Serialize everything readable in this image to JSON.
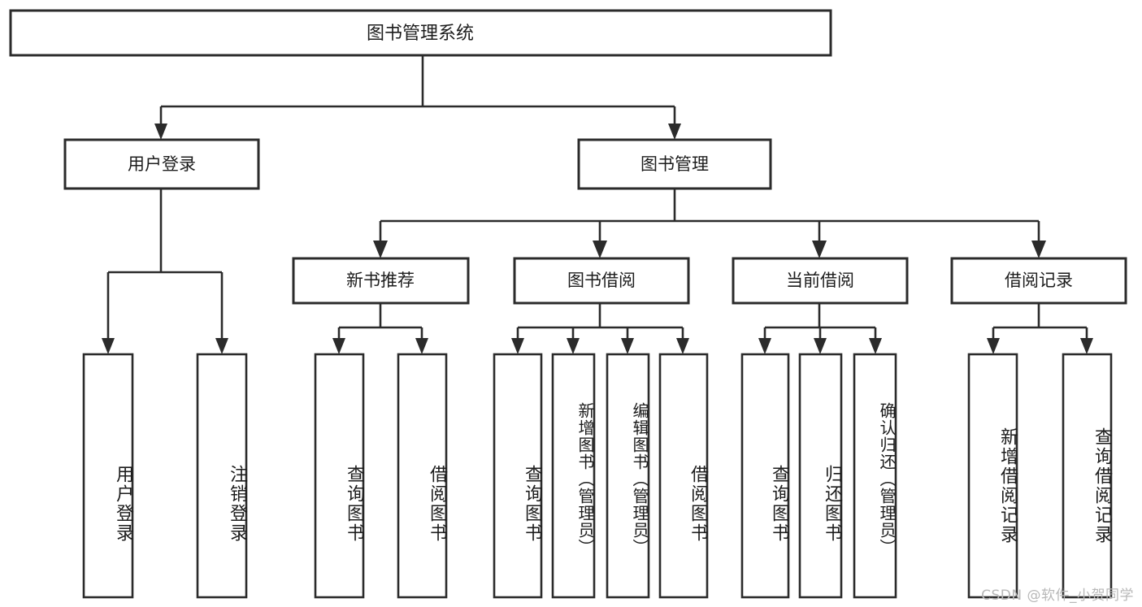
{
  "diagram": {
    "title_node": {
      "label": "图书管理系统"
    },
    "level2": [
      {
        "id": "user-login",
        "label": "用户登录"
      },
      {
        "id": "book-manage",
        "label": "图书管理"
      }
    ],
    "level3": [
      {
        "id": "new-book-recommend",
        "label": "新书推荐"
      },
      {
        "id": "book-borrow",
        "label": "图书借阅"
      },
      {
        "id": "current-borrow",
        "label": "当前借阅"
      },
      {
        "id": "borrow-record",
        "label": "借阅记录"
      }
    ],
    "leaves": {
      "user_login": [
        {
          "id": "leaf-user-login",
          "label": "用户登录"
        },
        {
          "id": "leaf-logout-login",
          "label": "注销登录"
        }
      ],
      "new_book_recommend": [
        {
          "id": "leaf-query-book-1",
          "label": "查询图书"
        },
        {
          "id": "leaf-borrow-book-1",
          "label": "借阅图书"
        }
      ],
      "book_borrow": [
        {
          "id": "leaf-query-book-2",
          "label": "查询图书"
        },
        {
          "id": "leaf-add-book",
          "label": "新增图书（管理员）"
        },
        {
          "id": "leaf-edit-book",
          "label": "编辑图书（管理员）"
        },
        {
          "id": "leaf-borrow-book-2",
          "label": "借阅图书"
        }
      ],
      "current_borrow": [
        {
          "id": "leaf-query-book-3",
          "label": "查询图书"
        },
        {
          "id": "leaf-return-book",
          "label": "归还图书"
        },
        {
          "id": "leaf-confirm-return",
          "label": "确认归还（管理员）"
        }
      ],
      "borrow_record": [
        {
          "id": "leaf-add-record",
          "label": "新增借阅记录"
        },
        {
          "id": "leaf-query-record",
          "label": "查询借阅记录"
        }
      ]
    }
  },
  "watermark": {
    "text": "CSDN @软件_小贺同学"
  },
  "colors": {
    "background": "#ffffff",
    "box_fill": "#ffffff",
    "box_stroke": "#2b2b2b",
    "text": "#1c1c1c",
    "watermark": "#b8b8b8"
  }
}
